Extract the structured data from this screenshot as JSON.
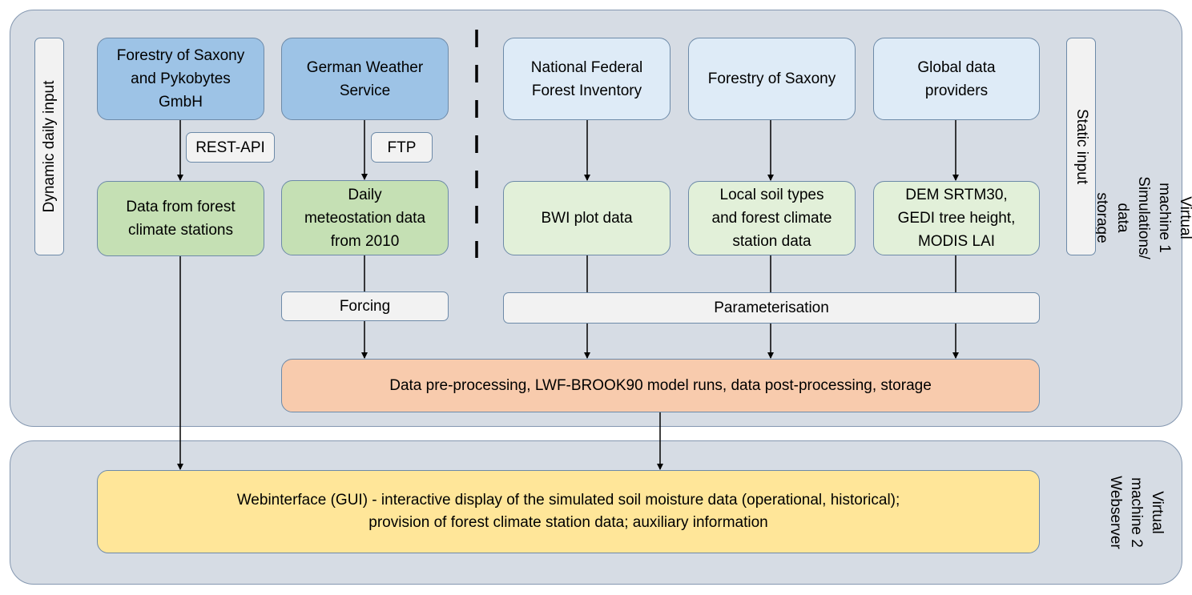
{
  "vm1": {
    "label": "Virtual machine 1\nSimulations/ data storage"
  },
  "vm2": {
    "label": "Virtual\nmachine 2\nWebserver"
  },
  "dynamic_label": "Dynamic daily input",
  "static_label": "Static input",
  "sources": {
    "forestry_pykobytes": "Forestry of Saxony\nand Pykobytes\nGmbH",
    "dwd": "German Weather\nService",
    "bwi_source": "National Federal\nForest Inventory",
    "forestry_saxony": "Forestry of Saxony",
    "global": "Global data\nproviders"
  },
  "protocols": {
    "rest": "REST-API",
    "ftp": "FTP"
  },
  "data": {
    "forest_climate": "Data from forest\nclimate stations",
    "meteo": "Daily\nmeteostation data\nfrom 2010",
    "bwi": "BWI plot data",
    "soil": "Local soil types\nand forest climate\nstation data",
    "dem": "DEM SRTM30,\nGEDI tree height,\nMODIS LAI"
  },
  "forcing": "Forcing",
  "parameterisation": "Parameterisation",
  "processing": "Data pre-processing, LWF-BROOK90 model runs, data post-processing, storage",
  "webinterface": "Webinterface (GUI)  - interactive display of the simulated soil moisture data (operational, historical);\nprovision of forest climate station data; auxiliary information"
}
